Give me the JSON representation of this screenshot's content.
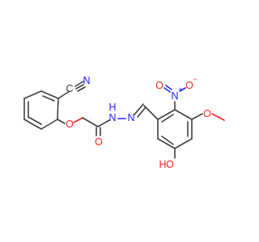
{
  "molecule": {
    "atoms": {
      "cyano_c": {
        "text": "C",
        "color": "#404040"
      },
      "cyano_n": {
        "text": "N",
        "color": "#2020ff"
      },
      "ether_o": {
        "text": "O",
        "color": "#ff2020"
      },
      "carbonyl_o": {
        "text": "O",
        "color": "#ff2020"
      },
      "nh": {
        "text": "N",
        "color": "#2020ff"
      },
      "nh_h": {
        "text": "H",
        "color": "#2020ff"
      },
      "imine_n": {
        "text": "N",
        "color": "#2020ff"
      },
      "nitro_n": {
        "text": "N",
        "color": "#2020ff"
      },
      "nitro_n_charge": {
        "text": "+",
        "color": "#2020ff"
      },
      "nitro_o_left": {
        "text": "O",
        "color": "#ff2020"
      },
      "nitro_o_right": {
        "text": "O",
        "color": "#ff2020"
      },
      "nitro_o_charge": {
        "text": "−",
        "color": "#ff2020"
      },
      "methoxy_o": {
        "text": "O",
        "color": "#ff2020"
      },
      "hydroxy_o": {
        "text": "O",
        "color": "#ff2020"
      },
      "hydroxy_h": {
        "text": "H",
        "color": "#ff2020"
      }
    },
    "colors": {
      "bond": "#404040",
      "carbon": "#404040",
      "nitrogen": "#2020ff",
      "oxygen": "#ff2020"
    }
  }
}
